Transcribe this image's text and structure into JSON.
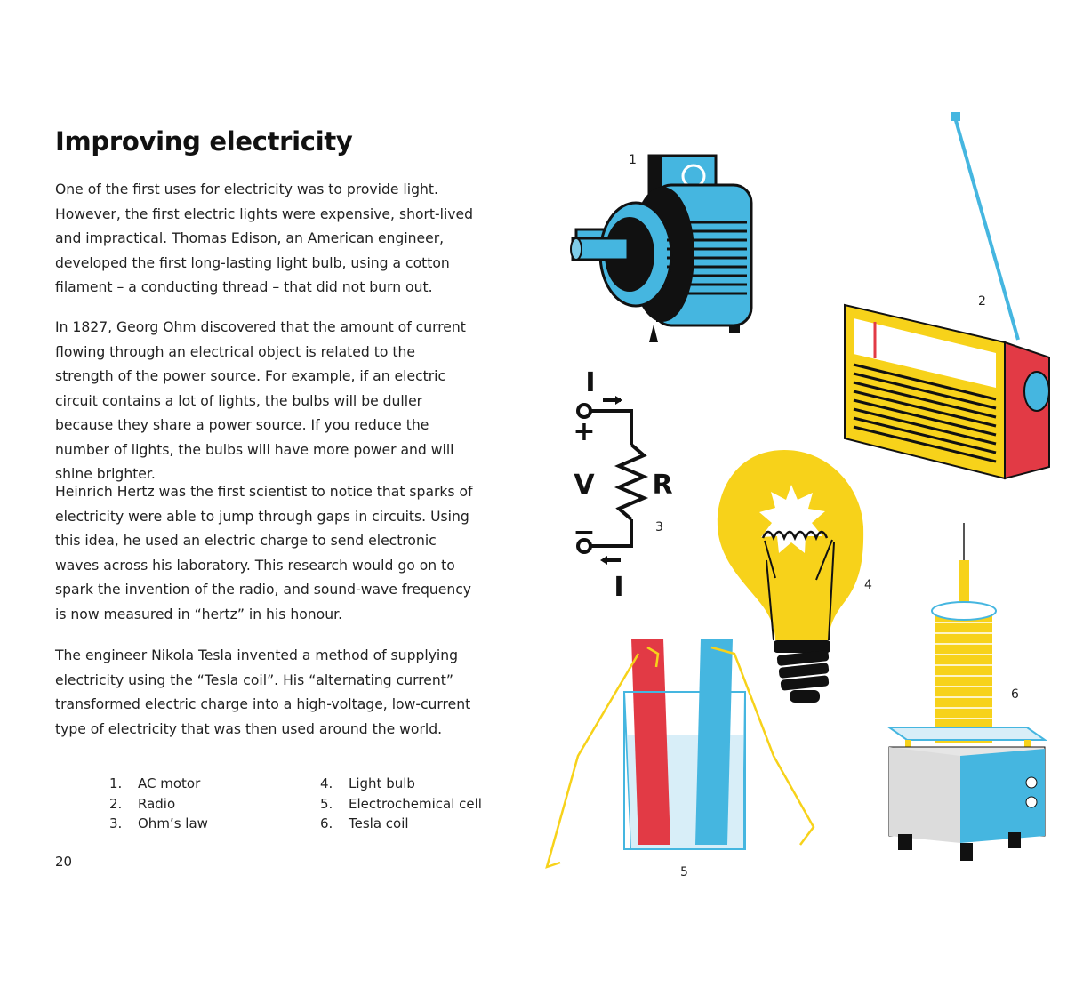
{
  "heading": "Improving electricity",
  "paragraphs": [
    "One of the first uses for electricity was to provide light. However, the first electric lights were expensive, short-lived and impractical. Thomas Edison, an American engineer, developed the first long-lasting light bulb, using a cotton filament – a conducting thread – that did not burn out.",
    "In 1827, Georg Ohm discovered that the amount of current flowing through an electrical object is related to the strength of the power source. For example, if an electric circuit contains a lot of lights, the bulbs will be duller because they share a power source. If you reduce the number of lights, the bulbs will have more power and will shine brighter.",
    "Heinrich Hertz was the first scientist to notice that sparks of electricity were able to jump through gaps in circuits. Using this idea, he used an electric charge to send electronic waves across his laboratory. This research would go on to spark the invention of the radio, and sound-wave frequency is now measured in “hertz” in his honour.",
    "The engineer Nikola Tesla invented a method of supplying electricity using the “Tesla coil”. His “alternating current” transformed electric charge into a high-voltage, low-current type of electricity that was then used around the world."
  ],
  "legend": [
    {
      "num": "1.",
      "label": "AC motor"
    },
    {
      "num": "2.",
      "label": "Radio"
    },
    {
      "num": "3.",
      "label": "Ohm’s law"
    },
    {
      "num": "4.",
      "label": "Light bulb"
    },
    {
      "num": "5.",
      "label": "Electrochemical cell"
    },
    {
      "num": "6.",
      "label": "Tesla coil"
    }
  ],
  "page_number": "20",
  "figure_labels": {
    "motor": "1",
    "radio": "2",
    "ohms_law": "3",
    "light_bulb": "4",
    "cell": "5",
    "tesla_coil": "6"
  },
  "circuit_symbols": {
    "current_top": "I",
    "current_bottom": "I",
    "voltage": "V",
    "resistance": "R",
    "plus": "+",
    "minus": "−"
  },
  "colors": {
    "blue": "#45b6e0",
    "red": "#e23a45",
    "yellow": "#f7d21a",
    "black": "#111111"
  },
  "icons": [
    "ac-motor-icon",
    "radio-icon",
    "ohms-law-circuit-icon",
    "light-bulb-icon",
    "electrochemical-cell-icon",
    "tesla-coil-icon"
  ]
}
